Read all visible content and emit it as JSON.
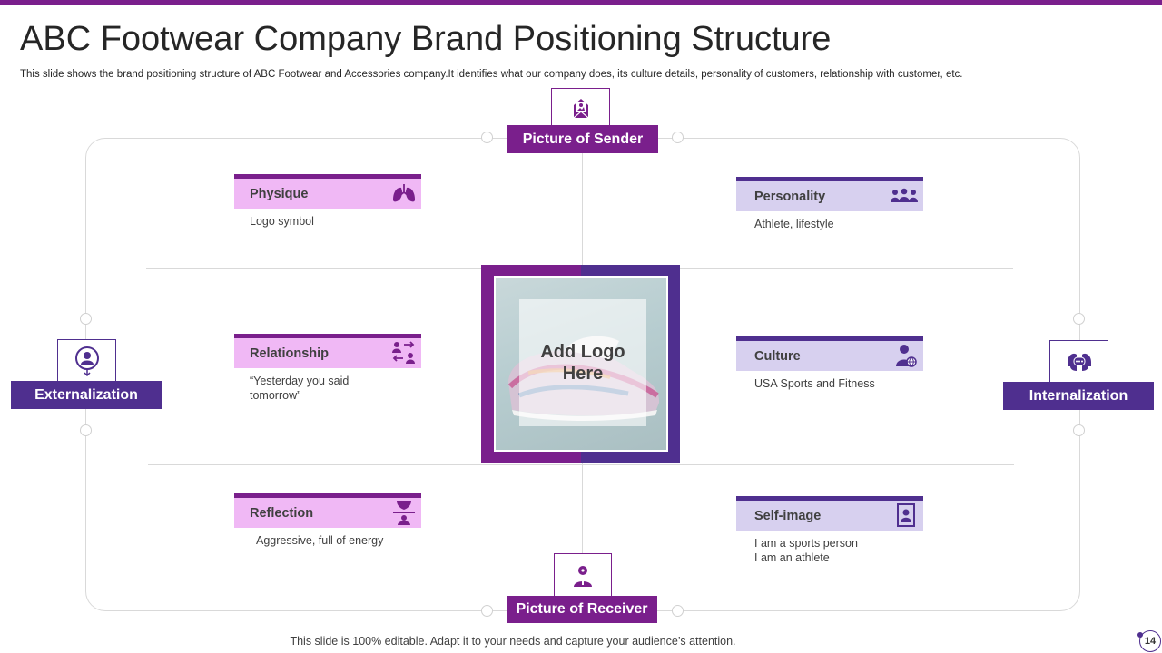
{
  "slide": {
    "title": "ABC Footwear Company Brand Positioning Structure",
    "subtitle": "This slide shows the brand positioning structure of ABC Footwear and Accessories company.It identifies what our company does, its culture details, personality of customers, relationship with customer, etc.",
    "footer": "This slide is 100% editable. Adapt it to your needs and capture your audience’s attention.",
    "page_number": "14"
  },
  "axes": {
    "top": {
      "label": "Picture of Sender",
      "icon": "image-mail-icon"
    },
    "bottom": {
      "label": "Picture of Receiver",
      "icon": "user-receiver-icon"
    },
    "left": {
      "label": "Externalization",
      "icon": "person-down-icon"
    },
    "right": {
      "label": "Internalization",
      "icon": "chat-heads-icon"
    }
  },
  "center": {
    "logo_text": "Add Logo\nHere"
  },
  "cards": {
    "physique": {
      "title": "Physique",
      "desc": "Logo symbol",
      "icon": "lungs-icon"
    },
    "relationship": {
      "title": "Relationship",
      "desc": "“Yesterday you said\ntomorrow”",
      "icon": "people-exchange-icon"
    },
    "reflection": {
      "title": "Reflection",
      "desc": "Aggressive,  full of energy",
      "icon": "hourglass-person-icon"
    },
    "personality": {
      "title": "Personality",
      "desc": "Athlete, lifestyle",
      "icon": "team-icon"
    },
    "culture": {
      "title": "Culture",
      "desc": "USA Sports and Fitness",
      "icon": "user-globe-icon"
    },
    "selfimage": {
      "title": "Self-image",
      "desc": "I am a sports person\nI am an athlete",
      "icon": "portrait-icon"
    }
  },
  "colors": {
    "purple": "#7a1f8c",
    "indigo": "#4f2f8f",
    "pink_light": "#f0b8f5",
    "lavender_light": "#d7d0ef"
  }
}
